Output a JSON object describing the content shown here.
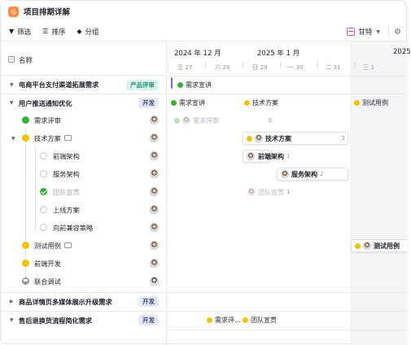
{
  "title_bar": {
    "title": "项目排期详解"
  },
  "toolbar": {
    "filter_label": "筛选",
    "sort_label": "排序",
    "group_label": "分组",
    "view_label": "甘特"
  },
  "left_panel": {
    "column_header": "名称"
  },
  "rows": [
    {
      "text": "电商平台支付渠道拓展需求",
      "tag": "产品评审"
    },
    {
      "text": "用户推送通知优化",
      "tag": "开发"
    },
    {
      "text": "需求评审"
    },
    {
      "text": "技术方案"
    },
    {
      "text": "前端架构"
    },
    {
      "text": "服务架构"
    },
    {
      "text": "团队宣贯"
    },
    {
      "text": "上线方案"
    },
    {
      "text": "向前兼容策略"
    },
    {
      "text": "测试用例"
    },
    {
      "text": "前端开发"
    },
    {
      "text": "联合调试"
    },
    {
      "text": "商品详情页多媒体展示升级需求",
      "tag": "开发"
    },
    {
      "text": "售后退换货流程简化需求",
      "tag": "开发"
    }
  ],
  "timeline": {
    "months": [
      "2024 年 12 月",
      "2025 年 1 月",
      "2025"
    ],
    "days": [
      "五 27",
      "六 28",
      "日 29",
      "一 30",
      "二 31",
      "三 1"
    ]
  },
  "bars": {
    "b1": {
      "label": "需求宣讲"
    },
    "b2a": {
      "label": "需求宣讲"
    },
    "b2b": {
      "label": "技术方案"
    },
    "b2c": {
      "label": "测试用例"
    },
    "b3": {
      "label": "需求评审",
      "count": "3"
    },
    "b4": {
      "label": "技术方案",
      "count": "3"
    },
    "b5": {
      "label": "前端架构",
      "count": "1"
    },
    "b6": {
      "label": "服务架构",
      "count": "2"
    },
    "b7": {
      "label": "团队宣贯",
      "count": "1"
    },
    "b10": {
      "label": "测试用例"
    },
    "b14a": {
      "label": "需求评..."
    },
    "b14b": {
      "label": "团队宣贯"
    }
  },
  "colors": {
    "accent": "#6b6ef5",
    "done": "#34b234",
    "in_progress": "#f5c400",
    "app_icon": "#ff8a3d"
  }
}
